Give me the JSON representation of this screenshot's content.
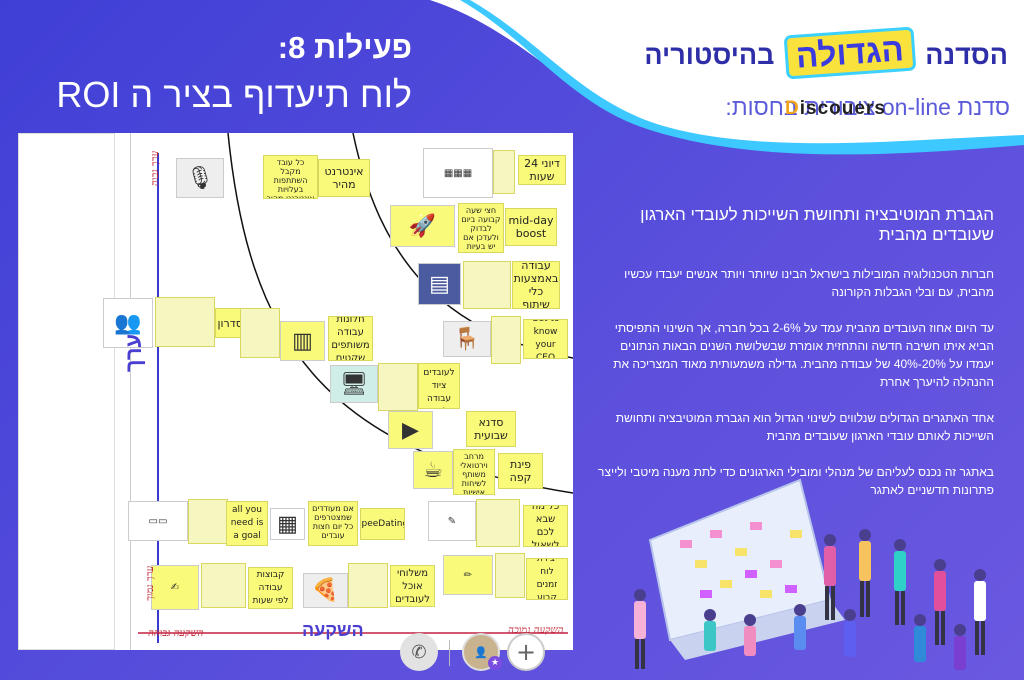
{
  "header": {
    "brand_line_prefix": "הסדנה",
    "brand_line_big": "הגדולה",
    "brand_line_suffix": "בהיסטוריה",
    "subtitle": "סדנת on-line ציבורית בחסות:",
    "logo_first": "D",
    "logo_rest": "iscouers"
  },
  "activity": {
    "title_line1": "פעילות 8:",
    "title_line2": "לוח תיעדוף בציר ה ROI"
  },
  "board": {
    "axis_x": "השקעה",
    "axis_y": "ערך",
    "hand_top_left": "ערך גבוה",
    "hand_bottom_left": "ערך נמוך",
    "hand_bottom_axis": "השקעה גבוהה",
    "hand_bottom_right": "השקעה נמוכה",
    "labels": {
      "internet": "אינטרנט מהיר",
      "internet_desc": "כל עובד מקבל השתתפות בעלויות אינטרנט מהיר עם סיב",
      "days24": "דיוני 24 שעות",
      "midday": "mid-day boost",
      "midday_desc": "חצי שעה קבועה ביום לבדוק ולעדכן אם יש בעיות",
      "work_tools": "עבודה באמצעות כלי שיתוף",
      "getknow": "Get to know your CEO",
      "mentor": "המסדרון",
      "shared_spaces": "חלונות עבודה משותפים שקטים",
      "equipment": "לספק לעובדים ציוד עבודה לבית",
      "weekly": "סדנא שבועית",
      "coffee": "פינת קפה",
      "coffee_desc": "מרחב וירטואלי משותף לשיחות אישיות",
      "askall": "כל מה שבא לכם לשאול",
      "allyou": "all you need is a goal",
      "speed": "speeDating",
      "speed_desc": "אם מעודדים שמצטרפים כל יום חצות עובדים",
      "meals": "משלוחי אוכל לעובדים",
      "schedule": "יצירת לוח זמנים קבוע",
      "groups": "קבוצות עבודה לפי שעות"
    }
  },
  "content": {
    "heading": "הגברת המוטיבציה ותחושת השייכות לעובדי הארגון שעובדים מהבית",
    "p1": "חברות הטכנולוגיה המובילות בישראל הבינו שיותר ויותר אנשים יעבדו עכשיו מהבית, עם ובלי הגבלות הקורונה",
    "p2": "עד היום אחוז העובדים מהבית עמד על 2-6% בכל חברה, אך השינוי התפיסתי הביא איתו חשיבה חדשה והתחזית אומרת שבשלושת השנים הבאות הנתונים יעמדו על 20%-40% של עבודה מהבית. גדילה משמעותית מאוד המצריכה את ההנהלה להיערך אחרת",
    "p3": "אחד האתגרים הגדולים שנלווים לשינוי הגדול הוא הגברת המוטיבציה ותחושת השייכות לאותם עובדי הארגון שעובדים מהבית",
    "p4": "באתגר זה נכנס לעליהם של מנהלי ומובילי הארגונים כדי לתת מענה מיטבי ולייצר פתרונות חדשניים לאתגר"
  },
  "controls": {
    "call_icon": "phone-icon",
    "add_icon": "plus-icon"
  }
}
